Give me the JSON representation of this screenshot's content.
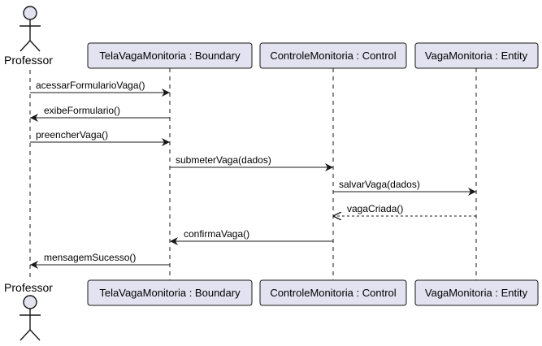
{
  "diagram": {
    "type": "sequence",
    "colors": {
      "participant_fill": "#E2E2F0",
      "participant_stroke": "#181818",
      "lifeline": "#181818",
      "arrow": "#181818"
    },
    "actor": {
      "name": "Professor",
      "icon": "stick-figure-icon"
    },
    "participants": [
      {
        "name": "TelaVagaMonitoria : Boundary"
      },
      {
        "name": "ControleMonitoria : Control"
      },
      {
        "name": "VagaMonitoria : Entity"
      }
    ],
    "messages": [
      {
        "label": "acessarFormularioVaga()",
        "from": 0,
        "to": 1,
        "style": "sync"
      },
      {
        "label": "exibeFormulario()",
        "from": 1,
        "to": 0,
        "style": "sync"
      },
      {
        "label": "preencherVaga()",
        "from": 0,
        "to": 1,
        "style": "sync"
      },
      {
        "label": "submeterVaga(dados)",
        "from": 1,
        "to": 2,
        "style": "sync"
      },
      {
        "label": "salvarVaga(dados)",
        "from": 2,
        "to": 3,
        "style": "sync"
      },
      {
        "label": "vagaCriada()",
        "from": 3,
        "to": 2,
        "style": "return"
      },
      {
        "label": "confirmaVaga()",
        "from": 2,
        "to": 1,
        "style": "sync"
      },
      {
        "label": "mensagemSucesso()",
        "from": 1,
        "to": 0,
        "style": "sync"
      }
    ]
  }
}
